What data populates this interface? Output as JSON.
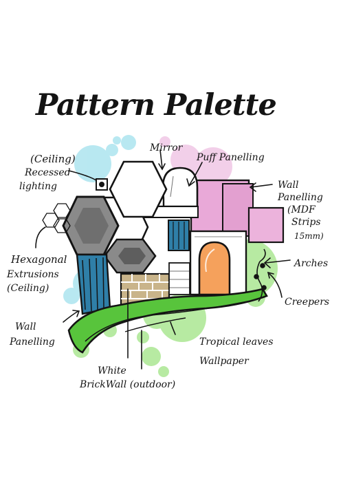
{
  "title": "Pattern Palette",
  "labels": {
    "ceiling": "(Ceiling)",
    "recessed_1": "Recessed",
    "recessed_2": "lighting",
    "mirror": "Mirror",
    "puff": "Puff Panelling",
    "wall_panel_r_1": "Wall",
    "wall_panel_r_2": "Panelling",
    "wall_panel_r_3": "(MDF",
    "wall_panel_r_4": "Strips",
    "wall_panel_r_5": "15mm)",
    "hex_1": "Hexagonal",
    "hex_2": "Extrusions",
    "hex_3": "(Ceiling)",
    "arches": "Arches",
    "creepers": "Creepers",
    "wall_panel_l_1": "Wall",
    "wall_panel_l_2": "Panelling",
    "tropical_1": "Tropical leaves",
    "tropical_2": "Wallpaper",
    "brick_1": "White",
    "brick_2": "BrickWall (outdoor)"
  },
  "colors": {
    "ink": "#141414",
    "cyan": "#7fd6e6",
    "pink": "#e9a9d8",
    "green": "#7ed957",
    "orange": "#f5a15c",
    "blue": "#2f7fa8",
    "tan": "#c9b48a",
    "grey": "#8a8a8a"
  }
}
